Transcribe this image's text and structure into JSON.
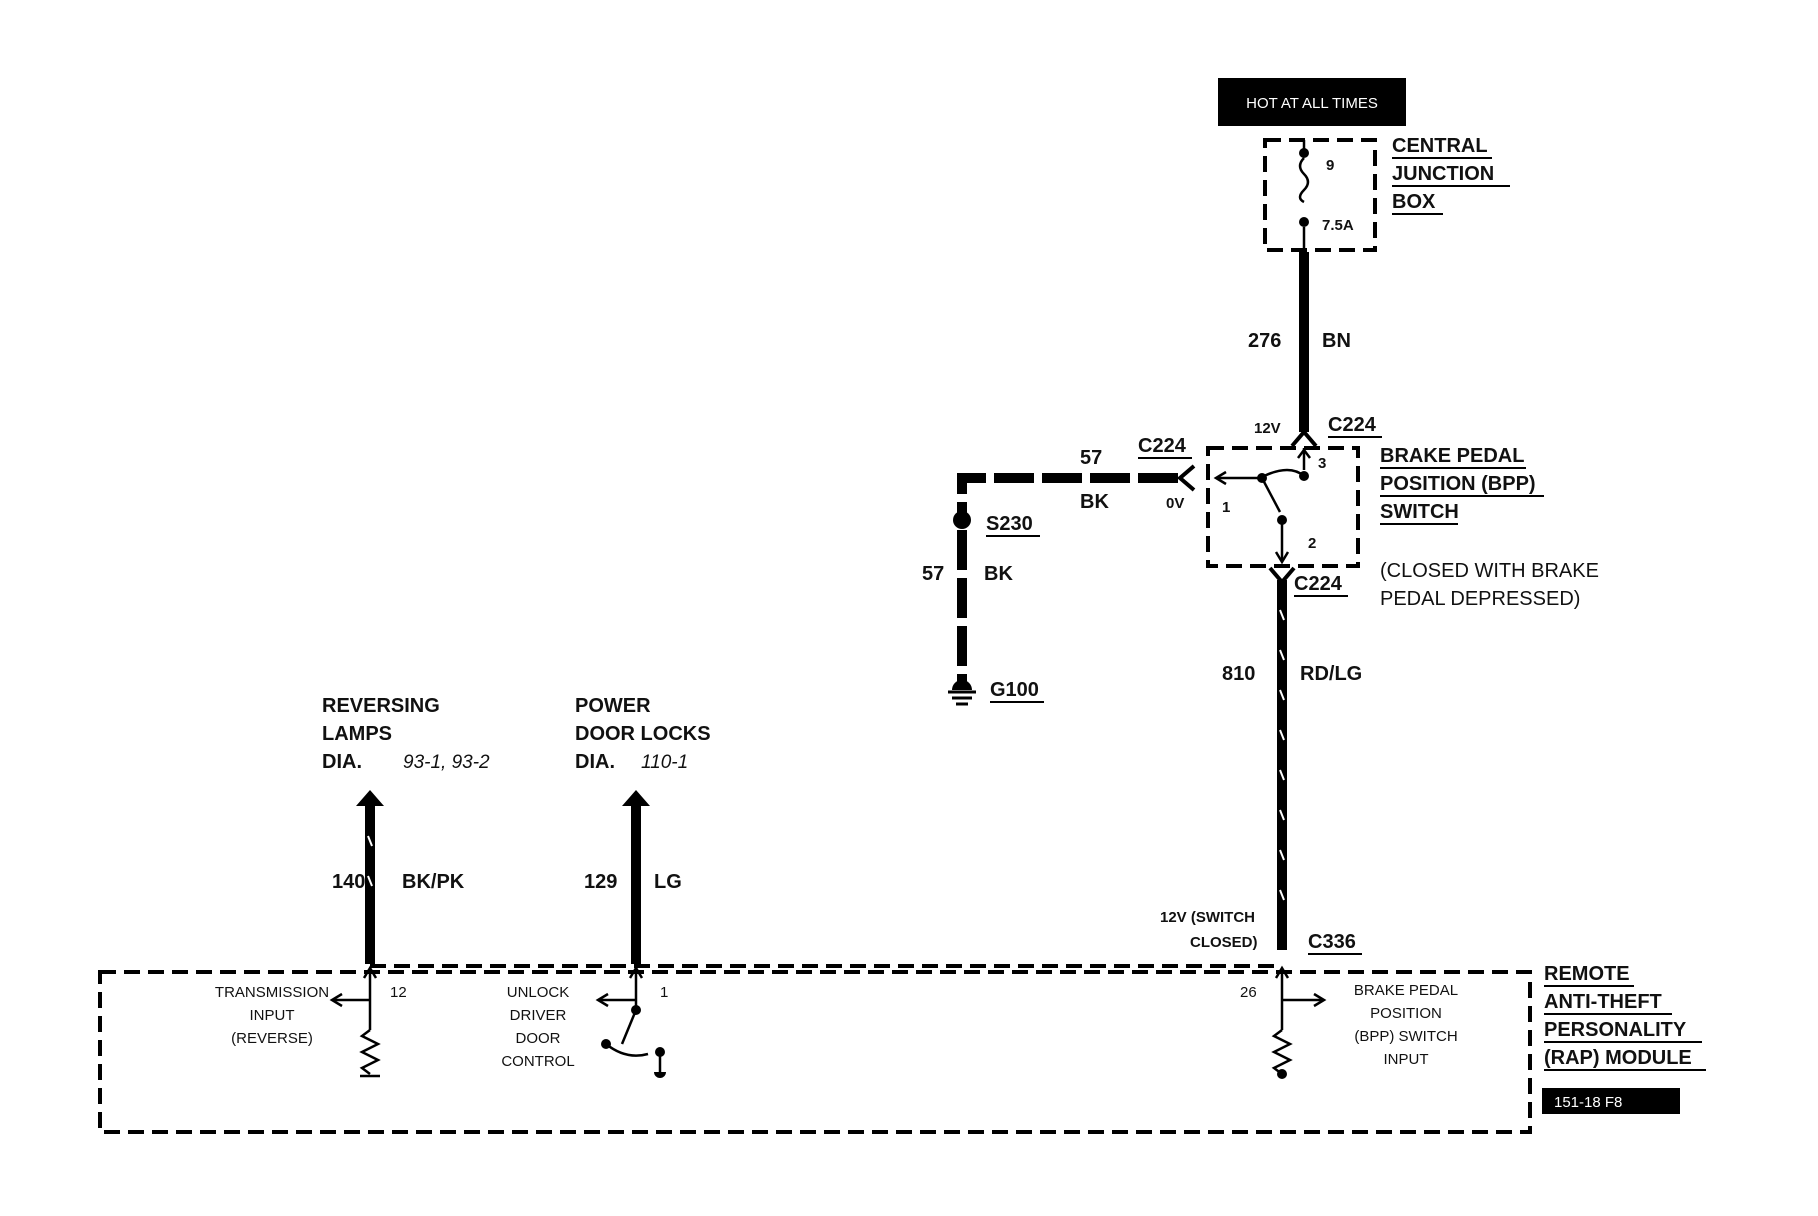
{
  "hot_at_all_times": "HOT AT ALL TIMES",
  "cjb": {
    "title_lines": [
      "CENTRAL",
      "JUNCTION",
      "BOX"
    ],
    "fuse_number": "9",
    "fuse_rating": "7.5A"
  },
  "wire_276": {
    "circuit": "276",
    "color": "BN"
  },
  "bpp_switch": {
    "title_lines": [
      "BRAKE PEDAL",
      "POSITION (BPP)",
      "SWITCH"
    ],
    "note_lines": [
      "(CLOSED WITH BRAKE",
      "PEDAL DEPRESSED)"
    ],
    "pin1": "1",
    "pin2": "2",
    "pin3": "3",
    "top_voltage": "12V",
    "left_voltage": "0V",
    "top_connector": "C224",
    "left_connector": "C224",
    "bottom_connector": "C224"
  },
  "wire_57_top": {
    "circuit": "57",
    "color": "BK"
  },
  "splice": "S230",
  "wire_57_bottom": {
    "circuit": "57",
    "color": "BK"
  },
  "ground": "G100",
  "wire_810": {
    "circuit": "810",
    "color": "RD/LG"
  },
  "rap_connector": "C336",
  "rap_voltage_lines": [
    "12V (SWITCH",
    "CLOSED)"
  ],
  "reversing": {
    "title_lines": [
      "REVERSING",
      "LAMPS"
    ],
    "dia_label": "DIA.",
    "dia_ref": "93-1, 93-2",
    "circuit": "140",
    "color": "BK/PK",
    "pin": "12",
    "input_lines": [
      "TRANSMISSION",
      "INPUT",
      "(REVERSE)"
    ]
  },
  "door_locks": {
    "title_lines": [
      "POWER",
      "DOOR LOCKS"
    ],
    "dia_label": "DIA.",
    "dia_ref": "110-1",
    "circuit": "129",
    "color": "LG",
    "pin": "1",
    "input_lines": [
      "UNLOCK",
      "DRIVER",
      "DOOR",
      "CONTROL"
    ]
  },
  "rap_module": {
    "title_lines": [
      "REMOTE",
      "ANTI-THEFT",
      "PERSONALITY",
      "(RAP) MODULE"
    ],
    "pin": "26",
    "input_lines": [
      "BRAKE PEDAL",
      "POSITION",
      "(BPP) SWITCH",
      "INPUT"
    ]
  },
  "figure_id": "151-18 F8"
}
